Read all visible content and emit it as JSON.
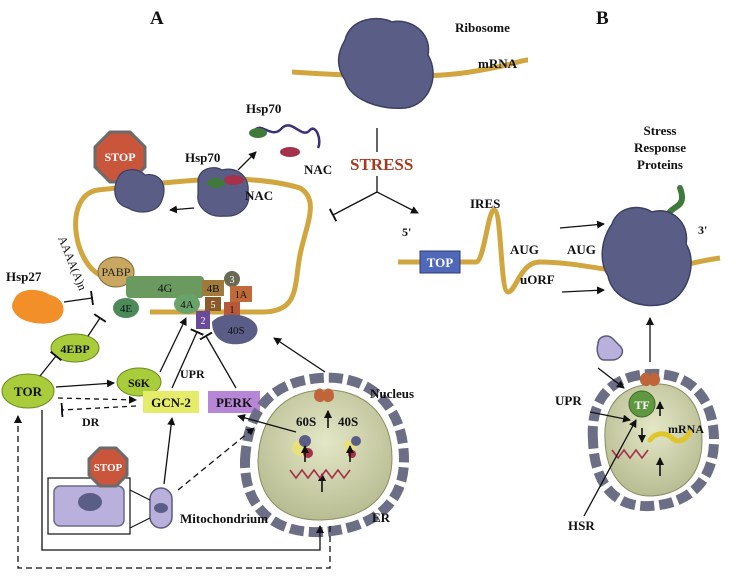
{
  "panels": {
    "a": "A",
    "b": "B"
  },
  "top": {
    "ribosome": "Ribosome",
    "mrna": "mRNA",
    "stress": "STRESS"
  },
  "left": {
    "hsp70_top": "Hsp70",
    "hsp70_mid": "Hsp70",
    "nac_top": "NAC",
    "nac_mid": "NAC",
    "stop": "STOP",
    "polya": "AAAA(A)n",
    "hsp27": "Hsp27",
    "pabp": "PABP",
    "f4g": "4G",
    "f4b": "4B",
    "f3": "3",
    "f1a": "1A",
    "f4e": "4E",
    "f4a": "4A",
    "f5": "5",
    "f1": "1",
    "f2": "2",
    "s40": "40S",
    "ebp": "4EBP",
    "s6k": "S6K",
    "tor": "TOR",
    "upr": "UPR",
    "gcn2": "GCN-2",
    "perk": "PERK",
    "dr": "DR",
    "s60n": "60S",
    "s40n": "40S",
    "nucleus": "Nucleus",
    "er": "ER",
    "stop2": "STOP",
    "mito": "Mitochondrium"
  },
  "right": {
    "srp": "Stress\nResponse\nProteins",
    "p5": "5'",
    "p3": "3'",
    "ires": "IRES",
    "top": "TOP",
    "aug1": "AUG",
    "aug2": "AUG",
    "uorf": "uORF",
    "upr": "UPR",
    "tf": "TF",
    "mrna": "mRNA",
    "hsr": "HSR"
  },
  "colors": {
    "ribosome": "#5a5e86",
    "mrna_strand": "#d1a63f",
    "stop": "#c9553a",
    "stress_text": "#a63a20",
    "green_node": "#a8cc3a",
    "yellow_box": "#e5ec6a",
    "purple_box": "#b786d6",
    "nucleus_fill": "#d3d7b2",
    "er": "#6c6e86",
    "tf": "#5f9840",
    "hsp27": "#f28f28",
    "top_box": "#4f68b8",
    "srp_chain": "#3f7a3c"
  }
}
